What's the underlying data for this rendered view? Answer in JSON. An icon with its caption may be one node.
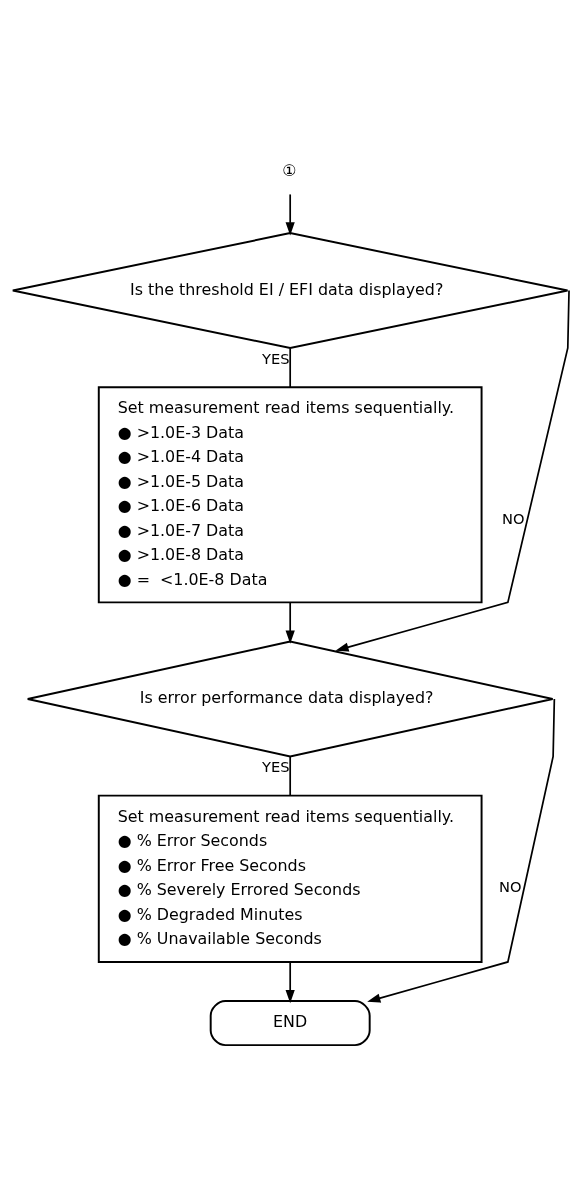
{
  "diagram": {
    "nodes": [
      {
        "text": [
          "①"
        ]
      },
      {
        "text": [
          "Is the threshold EI / EFI data displayed?"
        ]
      },
      {
        "text": [
          "Set measurement read items sequentially.",
          "● >1.0E-3 Data",
          "● >1.0E-4 Data",
          "● >1.0E-5 Data",
          "● >1.0E-6 Data",
          "● >1.0E-7 Data",
          "● >1.0E-8 Data",
          "● =  <1.0E-8 Data"
        ]
      },
      {
        "text": [
          "Is error performance data displayed?"
        ]
      },
      {
        "text": [
          "Set measurement read items sequentially.",
          "● % Error Seconds",
          "● % Error Free Seconds",
          "● % Severely Errored Seconds",
          "● % Degraded Minutes",
          "● % Unavailable Seconds"
        ]
      },
      {
        "text": [
          "END"
        ]
      }
    ],
    "edges": [
      {
        "from": 0,
        "to": 1,
        "arrow": "to"
      },
      {
        "from": 1,
        "to": 2,
        "arrow": "none",
        "label": "YES"
      },
      {
        "from": 2,
        "to": 3,
        "arrow": "to"
      },
      {
        "from": 1,
        "to": 3,
        "arrow": "to",
        "label": "NO"
      },
      {
        "from": 3,
        "to": 4,
        "arrow": "none",
        "label": "YES"
      },
      {
        "from": 4,
        "to": 5,
        "arrow": "to"
      },
      {
        "from": 3,
        "to": 5,
        "arrow": "to",
        "label": "NO"
      }
    ]
  }
}
